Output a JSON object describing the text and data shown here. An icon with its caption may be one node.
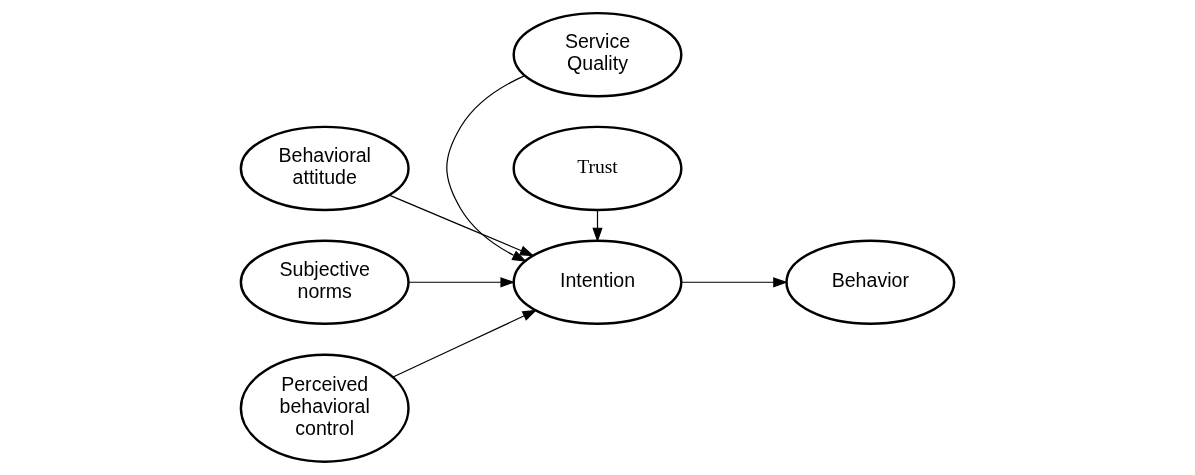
{
  "diagram": {
    "nodes": [
      {
        "text": [
          "Behavioral attitude"
        ]
      },
      {
        "text": [
          "Service Quality"
        ]
      },
      {
        "text": [
          "Subjective norms"
        ]
      },
      {
        "text": [
          "Intention"
        ]
      },
      {
        "text": [
          "Behavior"
        ]
      },
      {
        "text": [
          "Perceived behavioral control"
        ]
      },
      {
        "text": [
          "Trust"
        ]
      }
    ],
    "edges": [
      {
        "from": 0,
        "to": 3,
        "arrow": "to"
      },
      {
        "from": 1,
        "to": 3,
        "arrow": "to"
      },
      {
        "from": 2,
        "to": 3,
        "arrow": "to"
      },
      {
        "from": 5,
        "to": 3,
        "arrow": "to"
      },
      {
        "from": 6,
        "to": 3,
        "arrow": "to"
      },
      {
        "from": 3,
        "to": 4,
        "arrow": "to"
      }
    ]
  }
}
